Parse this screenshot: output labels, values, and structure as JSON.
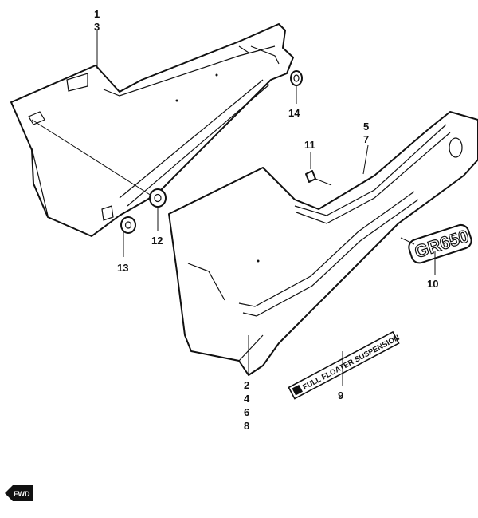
{
  "callouts": {
    "c1": "1",
    "c3": "3",
    "c14": "14",
    "c5": "5",
    "c7": "7",
    "c11": "11",
    "c12": "12",
    "c13": "13",
    "c10": "10",
    "c2": "2",
    "c4": "4",
    "c6": "6",
    "c8": "8",
    "c9": "9"
  },
  "emblem_text": "GR650",
  "decal_text": "FULL FLOATER SUSPENSION",
  "fwd_label": "FWD"
}
